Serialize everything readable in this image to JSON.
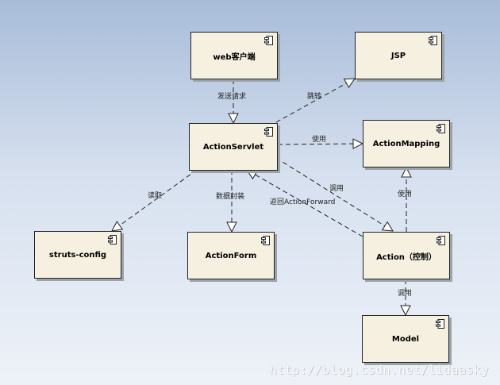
{
  "nodes": {
    "web_client": "web客户端",
    "jsp": "JSP",
    "action_servlet": "ActionServlet",
    "action_mapping": "ActionMapping",
    "struts_config": "struts-config",
    "action_form": "ActionForm",
    "action": "Action（控制）",
    "model": "Model"
  },
  "edges": {
    "send_request": "发送请求",
    "redirect": "跳转",
    "use_mapping": "使用",
    "read": "读取",
    "data_encapsulate": "数据封装",
    "return_forward": "返回ActionForward",
    "invoke_action": "调用",
    "use_from_action": "使用",
    "invoke_model": "调用"
  },
  "watermark": "http://blog.csdn.net/lidaasky",
  "icon": "uml-component-icon"
}
